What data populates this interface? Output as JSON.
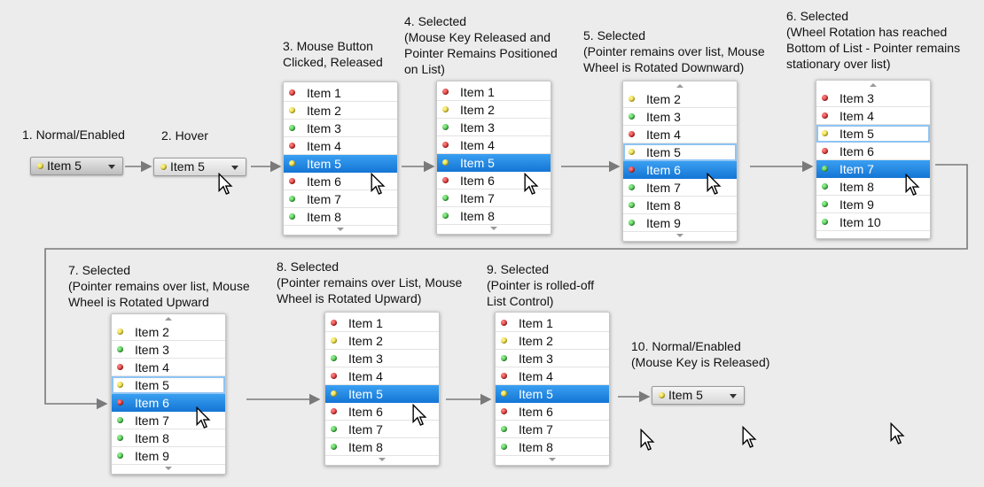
{
  "colors": {
    "red": "#c40000",
    "yellow": "#d8c400",
    "green": "#1aa31a",
    "selection": "#1677d6",
    "arrow": "#7a7a7a"
  },
  "steps": [
    {
      "caption": "1. Normal/Enabled",
      "control": {
        "type": "combo",
        "value": "Item 5",
        "dot": "yellow"
      }
    },
    {
      "caption": "2. Hover",
      "control": {
        "type": "combo",
        "value": "Item 5",
        "dot": "yellow"
      }
    },
    {
      "caption": "3. Mouse Button\nClicked, Released",
      "control": {
        "type": "list",
        "scroll": "bottom",
        "items": [
          {
            "label": "Item 1",
            "dot": "red"
          },
          {
            "label": "Item 2",
            "dot": "yellow"
          },
          {
            "label": "Item 3",
            "dot": "green"
          },
          {
            "label": "Item 4",
            "dot": "red"
          },
          {
            "label": "Item 5",
            "dot": "yellow",
            "state": "selected"
          },
          {
            "label": "Item 6",
            "dot": "red"
          },
          {
            "label": "Item 7",
            "dot": "green"
          },
          {
            "label": "Item 8",
            "dot": "green"
          }
        ]
      }
    },
    {
      "caption": "4. Selected\n(Mouse Key Released and\nPointer Remains Positioned\non List)",
      "control": {
        "type": "list",
        "scroll": "bottom",
        "items": [
          {
            "label": "Item 1",
            "dot": "red"
          },
          {
            "label": "Item 2",
            "dot": "yellow"
          },
          {
            "label": "Item 3",
            "dot": "green"
          },
          {
            "label": "Item 4",
            "dot": "red"
          },
          {
            "label": "Item 5",
            "dot": "yellow",
            "state": "selected"
          },
          {
            "label": "Item 6",
            "dot": "red"
          },
          {
            "label": "Item 7",
            "dot": "green"
          },
          {
            "label": "Item 8",
            "dot": "green"
          }
        ]
      }
    },
    {
      "caption": "5. Selected\n(Pointer remains over list, Mouse\nWheel is Rotated Downward)",
      "control": {
        "type": "list",
        "scroll": "both",
        "items": [
          {
            "label": "Item 2",
            "dot": "yellow"
          },
          {
            "label": "Item 3",
            "dot": "green"
          },
          {
            "label": "Item 4",
            "dot": "red"
          },
          {
            "label": "Item 5",
            "dot": "yellow",
            "state": "focus"
          },
          {
            "label": "Item 6",
            "dot": "red",
            "state": "selected"
          },
          {
            "label": "Item 7",
            "dot": "green"
          },
          {
            "label": "Item 8",
            "dot": "green"
          },
          {
            "label": "Item 9",
            "dot": "green"
          }
        ]
      }
    },
    {
      "caption": "6. Selected\n(Wheel Rotation has reached\nBottom of List - Pointer remains\nstationary over list)",
      "control": {
        "type": "list",
        "scroll": "top",
        "items": [
          {
            "label": "Item 3",
            "dot": "red"
          },
          {
            "label": "Item 4",
            "dot": "red"
          },
          {
            "label": "Item 5",
            "dot": "yellow",
            "state": "focus"
          },
          {
            "label": "Item 6",
            "dot": "red"
          },
          {
            "label": "Item 7",
            "dot": "green",
            "state": "selected"
          },
          {
            "label": "Item 8",
            "dot": "green"
          },
          {
            "label": "Item 9",
            "dot": "green"
          },
          {
            "label": "Item 10",
            "dot": "green"
          }
        ]
      }
    },
    {
      "caption": "7. Selected\n(Pointer remains over list, Mouse\nWheel is Rotated Upward",
      "control": {
        "type": "list",
        "scroll": "both",
        "items": [
          {
            "label": "Item 2",
            "dot": "yellow"
          },
          {
            "label": "Item 3",
            "dot": "green"
          },
          {
            "label": "Item 4",
            "dot": "red"
          },
          {
            "label": "Item 5",
            "dot": "yellow",
            "state": "focus"
          },
          {
            "label": "Item 6",
            "dot": "red",
            "state": "selected"
          },
          {
            "label": "Item 7",
            "dot": "green"
          },
          {
            "label": "Item 8",
            "dot": "green"
          },
          {
            "label": "Item 9",
            "dot": "green"
          }
        ]
      }
    },
    {
      "caption": "8. Selected\n(Pointer remains over List, Mouse\nWheel is Rotated Upward)",
      "control": {
        "type": "list",
        "scroll": "bottom",
        "items": [
          {
            "label": "Item 1",
            "dot": "red"
          },
          {
            "label": "Item 2",
            "dot": "yellow"
          },
          {
            "label": "Item 3",
            "dot": "green"
          },
          {
            "label": "Item 4",
            "dot": "red"
          },
          {
            "label": "Item 5",
            "dot": "yellow",
            "state": "selected"
          },
          {
            "label": "Item 6",
            "dot": "red"
          },
          {
            "label": "Item 7",
            "dot": "green"
          },
          {
            "label": "Item 8",
            "dot": "green"
          }
        ]
      }
    },
    {
      "caption": "9. Selected\n(Pointer is rolled-off\nList Control)",
      "control": {
        "type": "list",
        "scroll": "bottom",
        "items": [
          {
            "label": "Item 1",
            "dot": "red"
          },
          {
            "label": "Item 2",
            "dot": "yellow"
          },
          {
            "label": "Item 3",
            "dot": "green"
          },
          {
            "label": "Item 4",
            "dot": "red"
          },
          {
            "label": "Item 5",
            "dot": "yellow",
            "state": "selected"
          },
          {
            "label": "Item 6",
            "dot": "red"
          },
          {
            "label": "Item 7",
            "dot": "green"
          },
          {
            "label": "Item 8",
            "dot": "green"
          }
        ]
      }
    },
    {
      "caption": "10. Normal/Enabled\n(Mouse Key is Released)",
      "control": {
        "type": "combo",
        "value": "Item 5",
        "dot": "yellow"
      }
    }
  ],
  "icons": {
    "pointer": "arrow-pointer-icon",
    "dropdown": "chevron-down-icon",
    "status": "status-dot-icon"
  }
}
